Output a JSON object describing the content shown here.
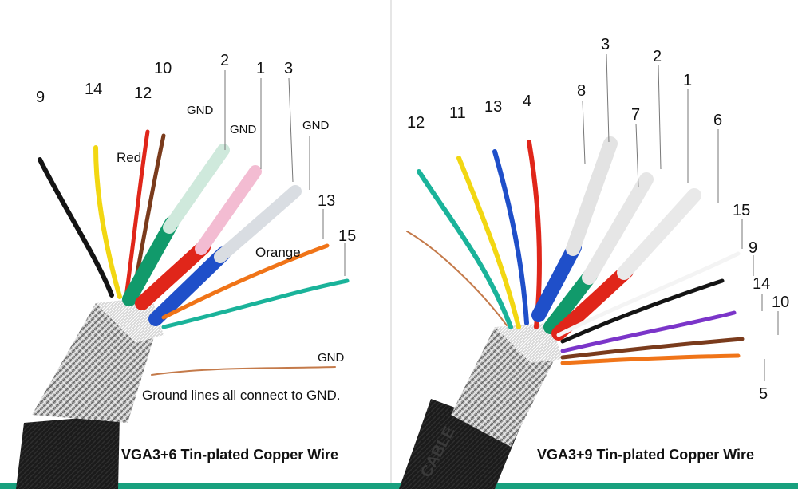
{
  "left_panel": {
    "title": "VGA3+6 Tin-plated Copper Wire",
    "note": "Ground lines all connect to GND.",
    "color_labels": {
      "red": "Red",
      "orange": "Orange"
    },
    "pins": {
      "p9": "9",
      "p14": "14",
      "p12": "12",
      "p10": "10",
      "p2": "2",
      "p1": "1",
      "p3": "3",
      "p13": "13",
      "p15": "15"
    },
    "gnd_labels": {
      "g1": "GND",
      "g2": "GND",
      "g3": "GND",
      "g4": "GND"
    }
  },
  "right_panel": {
    "title": "VGA3+9 Tin-plated Copper Wire",
    "cable_print": "CABLE",
    "pins": {
      "p12": "12",
      "p11": "11",
      "p13": "13",
      "p4": "4",
      "p8": "8",
      "p3": "3",
      "p7": "7",
      "p2": "2",
      "p1": "1",
      "p6": "6",
      "p15": "15",
      "p9": "9",
      "p14": "14",
      "p10": "10",
      "p5": "5"
    }
  },
  "colors": {
    "black": "#141414",
    "yellow": "#f2d712",
    "red": "#e0261a",
    "brown": "#7a3b1c",
    "green": "#119a6b",
    "blue": "#1f4fc9",
    "orange": "#f07418",
    "teal": "#1ab39a",
    "purple": "#7b35c9",
    "white": "#f4f4f4",
    "copper": "#c47a4a",
    "accent_bar": "#18a07e"
  }
}
